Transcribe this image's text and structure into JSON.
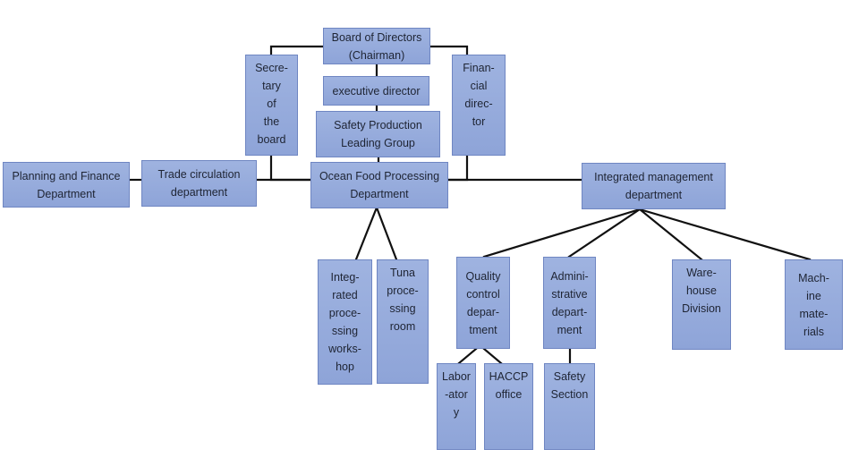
{
  "nodes": [
    {
      "id": "board",
      "label": "Board of Directors\n(Chairman)"
    },
    {
      "id": "secretary",
      "label": "Secre-\ntary\nof\nthe\nboard"
    },
    {
      "id": "financial",
      "label": "Finan-\ncial\ndirec-\ntor"
    },
    {
      "id": "executive",
      "label": "executive director"
    },
    {
      "id": "safety-group",
      "label": "Safety Production\nLeading Group"
    },
    {
      "id": "planning",
      "label": "Planning and Finance\nDepartment"
    },
    {
      "id": "trade",
      "label": "Trade circulation\ndepartment"
    },
    {
      "id": "ocean",
      "label": "Ocean Food Processing\nDepartment"
    },
    {
      "id": "integrated-mgmt",
      "label": "Integrated management\ndepartment"
    },
    {
      "id": "workshop",
      "label": "Integ-\nrated\nproce-\nssing\nworks-\nhop"
    },
    {
      "id": "tuna",
      "label": "Tuna\nproce-\nssing\nroom"
    },
    {
      "id": "quality",
      "label": "Quality\ncontrol\ndepar-\ntment"
    },
    {
      "id": "admin",
      "label": "Admini-\nstrative\ndepart-\nment"
    },
    {
      "id": "warehouse",
      "label": "Ware-\nhouse\nDivision"
    },
    {
      "id": "machine",
      "label": "Mach-\nine\nmate-\nrials"
    },
    {
      "id": "lab",
      "label": "Labor\n-ator\ny"
    },
    {
      "id": "haccp",
      "label": "HACCP\noffice"
    },
    {
      "id": "safety-section",
      "label": "Safety\nSection"
    }
  ]
}
